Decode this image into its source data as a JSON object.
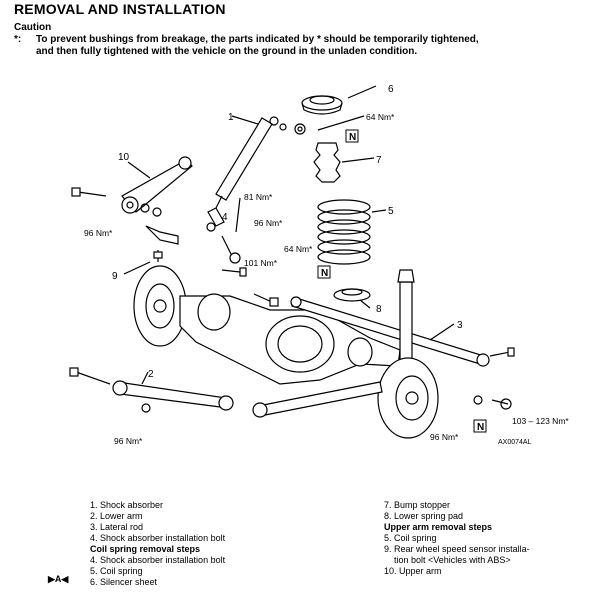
{
  "title": "REMOVAL AND INSTALLATION",
  "caution": {
    "label": "Caution",
    "marker": "*:",
    "line1": "To prevent bushings from breakage, the parts indicated by * should be temporarily tightened,",
    "line2": "and then fully tightened with the vehicle on the ground in the unladen condition."
  },
  "diagram": {
    "callouts": [
      "1",
      "2",
      "3",
      "4",
      "5",
      "6",
      "7",
      "8",
      "9",
      "10"
    ],
    "torques": {
      "t64a": "64 Nm*",
      "t81": "81 Nm*",
      "t96a": "96 Nm*",
      "t96b": "96 Nm*",
      "t64b": "64 Nm*",
      "t101": "101 Nm*",
      "t96c": "96 Nm*",
      "t96d": "96 Nm*",
      "t103": "103 – 123 Nm*"
    },
    "n_mark": "N",
    "code": "AX0074AL"
  },
  "steps": {
    "left": [
      {
        "text": "1. Shock absorber",
        "header": false
      },
      {
        "text": "2. Lower arm",
        "header": false
      },
      {
        "text": "3. Lateral rod",
        "header": false
      },
      {
        "text": "4. Shock absorber installation bolt",
        "header": false
      },
      {
        "text": "Coil spring removal steps",
        "header": true
      },
      {
        "text": "4. Shock absorber installation bolt",
        "header": false
      },
      {
        "text": "5. Coil spring",
        "header": false
      },
      {
        "text": "6. Silencer sheet",
        "header": false
      }
    ],
    "right": [
      {
        "text": "7. Bump stopper",
        "header": false
      },
      {
        "text": "8. Lower spring pad",
        "header": false
      },
      {
        "text": "Upper arm removal steps",
        "header": true
      },
      {
        "text": "5. Coil spring",
        "header": false
      },
      {
        "text": "9. Rear wheel speed sensor installa-",
        "header": false
      },
      {
        "text": "    tion bolt <Vehicles with ABS>",
        "header": false
      },
      {
        "text": "10. Upper arm",
        "header": false
      }
    ],
    "marker": "▶A◀"
  }
}
